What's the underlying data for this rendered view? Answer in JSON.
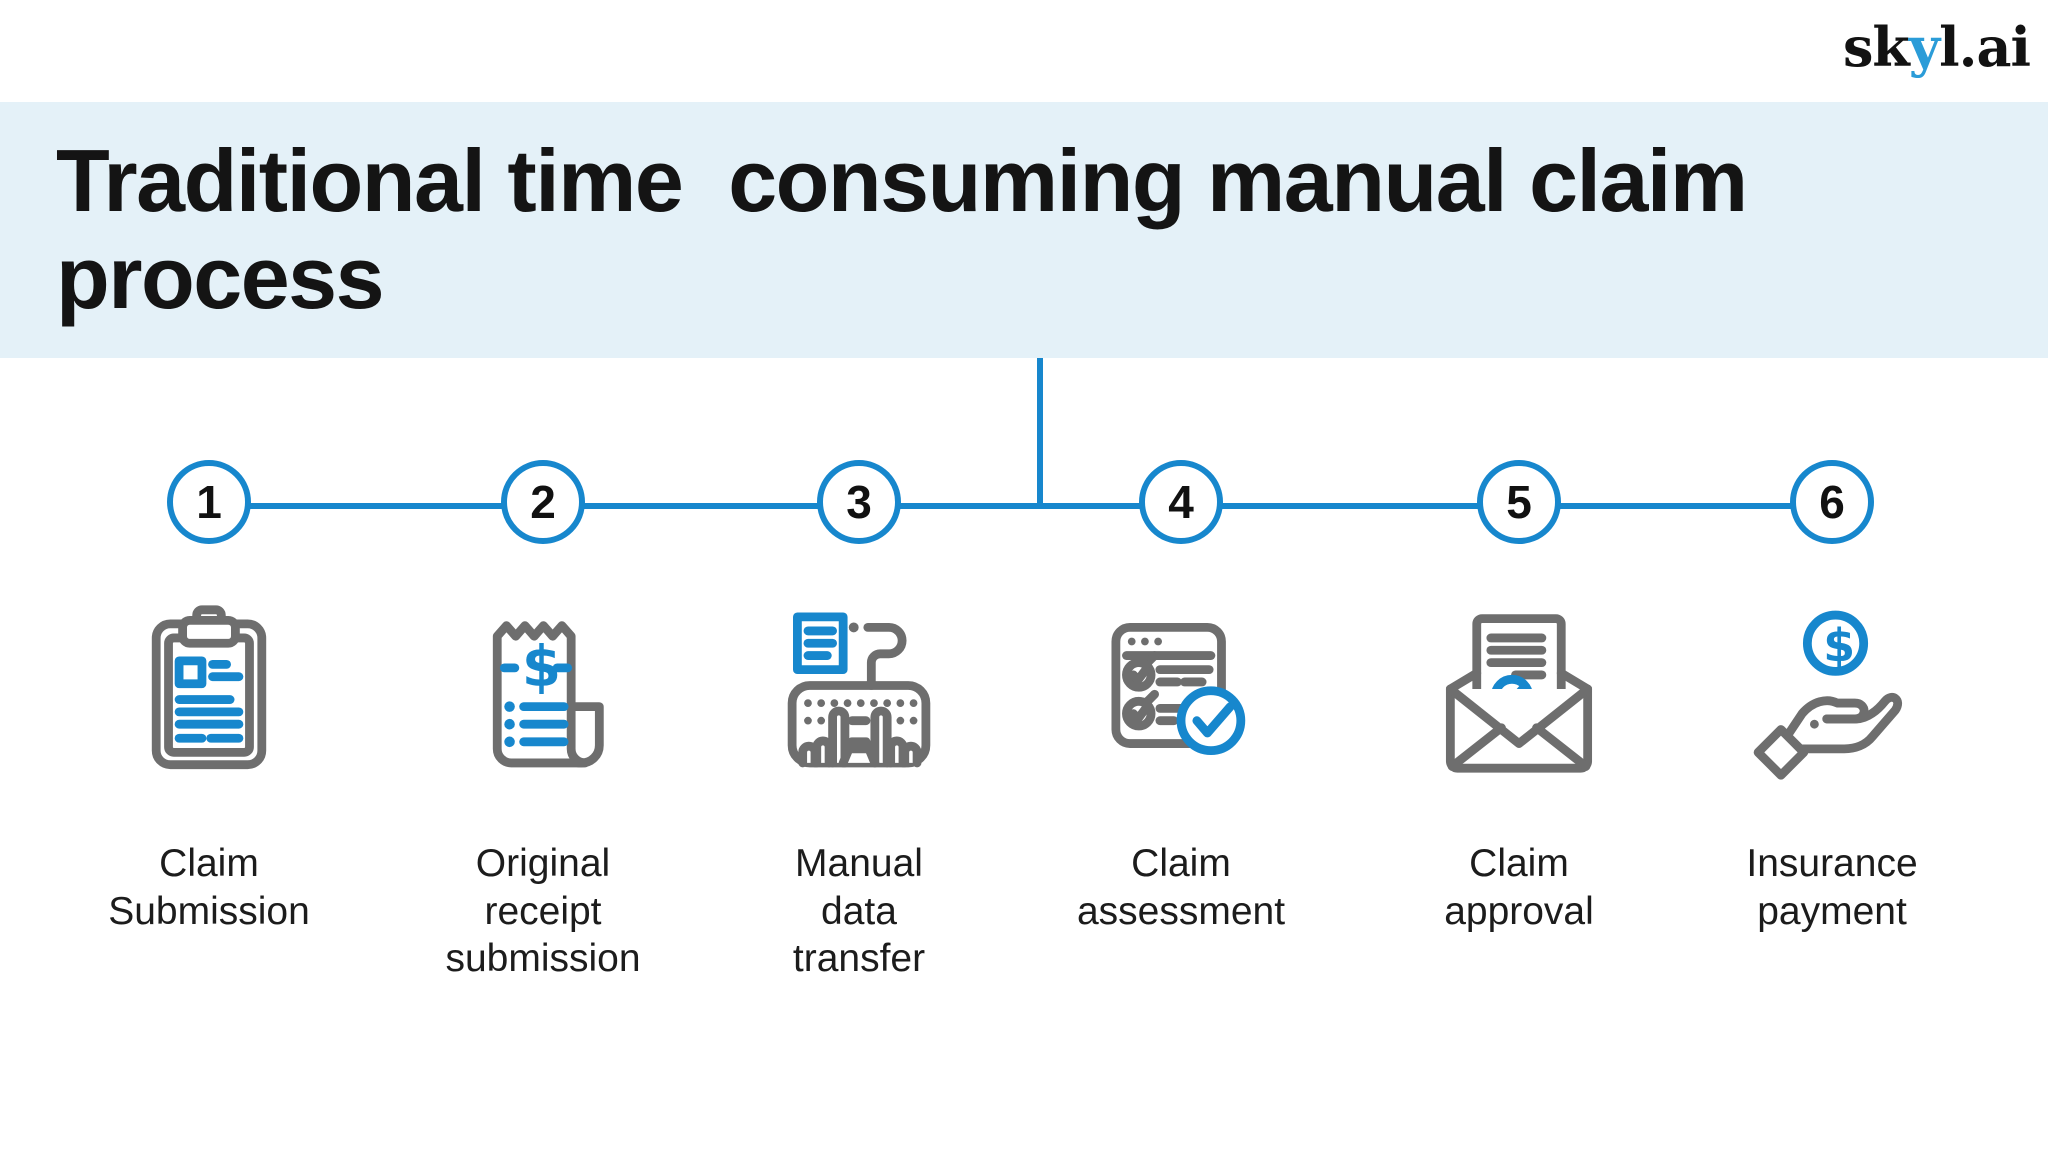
{
  "brand": {
    "logo_prefix": "sk",
    "logo_accent": "y",
    "logo_suffix": "l.ai"
  },
  "header": {
    "title": "Traditional time  consuming manual claim process",
    "background": "#e4f1f8"
  },
  "colors": {
    "accent_blue": "#1787cd",
    "icon_gray": "#6e6e6e",
    "logo_accent_blue": "#2b9cd8",
    "text_dark": "#141414"
  },
  "timeline": {
    "step_count": 6,
    "line_color": "#1787cd"
  },
  "steps": [
    {
      "number": "1",
      "label": "Claim\nSubmission",
      "icon": "clipboard-icon"
    },
    {
      "number": "2",
      "label": "Original\nreceipt\nsubmission",
      "icon": "receipt-icon"
    },
    {
      "number": "3",
      "label": "Manual\ndata\ntransfer",
      "icon": "keyboard-typing-icon"
    },
    {
      "number": "4",
      "label": "Claim\nassessment",
      "icon": "checklist-icon"
    },
    {
      "number": "5",
      "label": "Claim\napproval",
      "icon": "envelope-approval-icon"
    },
    {
      "number": "6",
      "label": "Insurance\npayment",
      "icon": "hand-payment-icon"
    }
  ]
}
